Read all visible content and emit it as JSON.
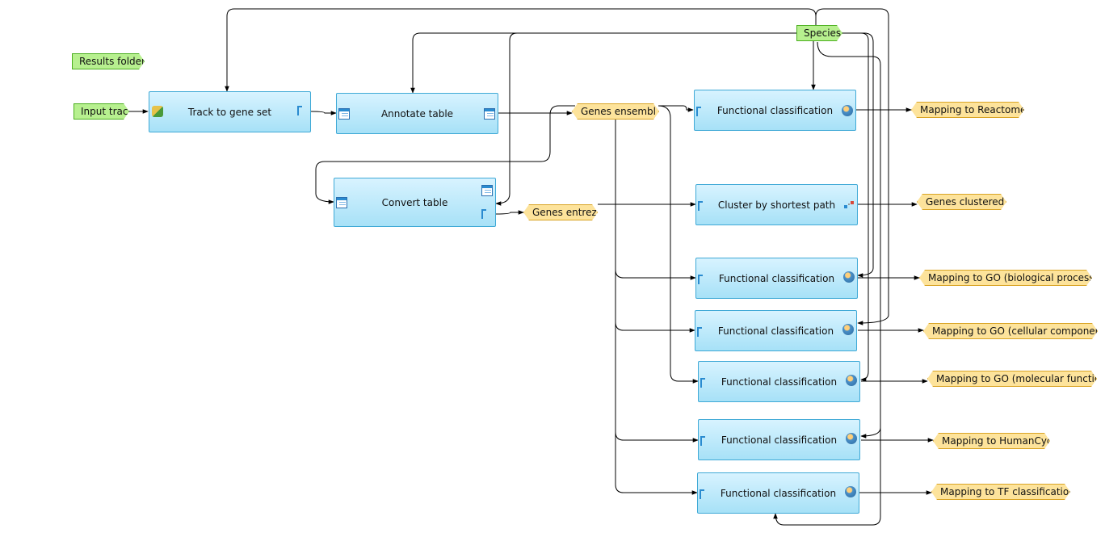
{
  "folder": {
    "label": "Results folder"
  },
  "inputs": {
    "input_track": "Input track",
    "species": "Species"
  },
  "nodes": {
    "track_to_gene_set": "Track to gene set",
    "annotate_table": "Annotate table",
    "convert_table": "Convert table",
    "cluster_by_shortest_path": "Cluster by shortest path",
    "functional_classification": "Functional classification"
  },
  "ports": {
    "genes_ensembl": "Genes ensembl",
    "genes_entrez": "Genes entrez"
  },
  "outputs": {
    "reactome": "Mapping to Reactome",
    "clustered": "Genes clustered",
    "go_bp": "Mapping to GO (biological process)",
    "go_cc": "Mapping to GO (cellular component)",
    "go_mf": "Mapping to GO (molecular function)",
    "humancyc": "Mapping to HumanCyc",
    "tf": "Mapping to TF classification"
  },
  "colors": {
    "node_border": "#3fa9d6",
    "node_fill": "#a7e1f7",
    "input_fill": "#b7f08f",
    "output_fill": "#fde39b",
    "edge": "#000000"
  },
  "icons": [
    "convert-icon",
    "gene-set-icon",
    "table-icon",
    "person-icon",
    "cluster-icon"
  ]
}
